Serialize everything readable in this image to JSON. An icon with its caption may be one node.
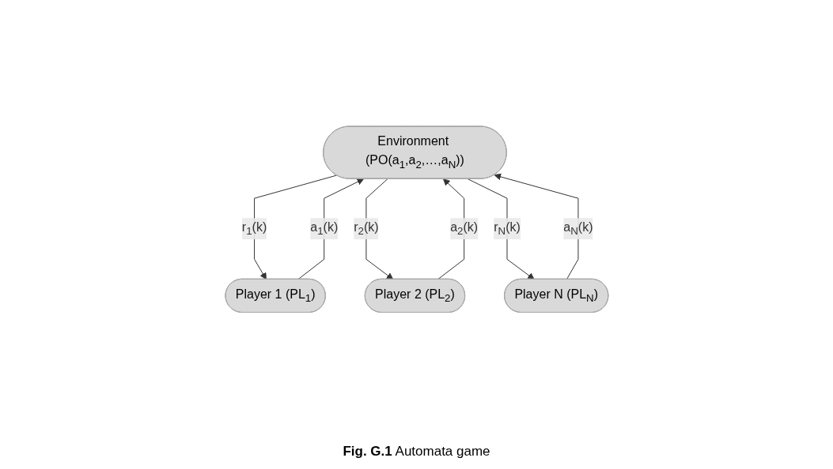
{
  "diagram": {
    "caption": "**Fig. G.1** Automata game",
    "nodes": [
      {
        "text": [
          "Environment (PO(a$_{1}$,a$_{2}$,…,a$_{N}$))"
        ]
      },
      {
        "text": [
          "Player 1 (PL$_{1}$)"
        ]
      },
      {
        "text": [
          "Player 2 (PL$_{2}$)"
        ]
      },
      {
        "text": [
          "Player N (PL$_{N}$)"
        ]
      }
    ],
    "edges": [
      {
        "from": 0,
        "to": 1,
        "arrow": "to",
        "label": "r$_{1}$(k)"
      },
      {
        "from": 1,
        "to": 0,
        "arrow": "to",
        "label": "a$_{1}$(k)"
      },
      {
        "from": 0,
        "to": 2,
        "arrow": "to",
        "label": "r$_{2}$(k)"
      },
      {
        "from": 2,
        "to": 0,
        "arrow": "to",
        "label": "a$_{2}$(k)"
      },
      {
        "from": 0,
        "to": 3,
        "arrow": "to",
        "label": "r$_{N}$(k)"
      },
      {
        "from": 3,
        "to": 0,
        "arrow": "to",
        "label": "a$_{N}$(k)"
      }
    ]
  }
}
